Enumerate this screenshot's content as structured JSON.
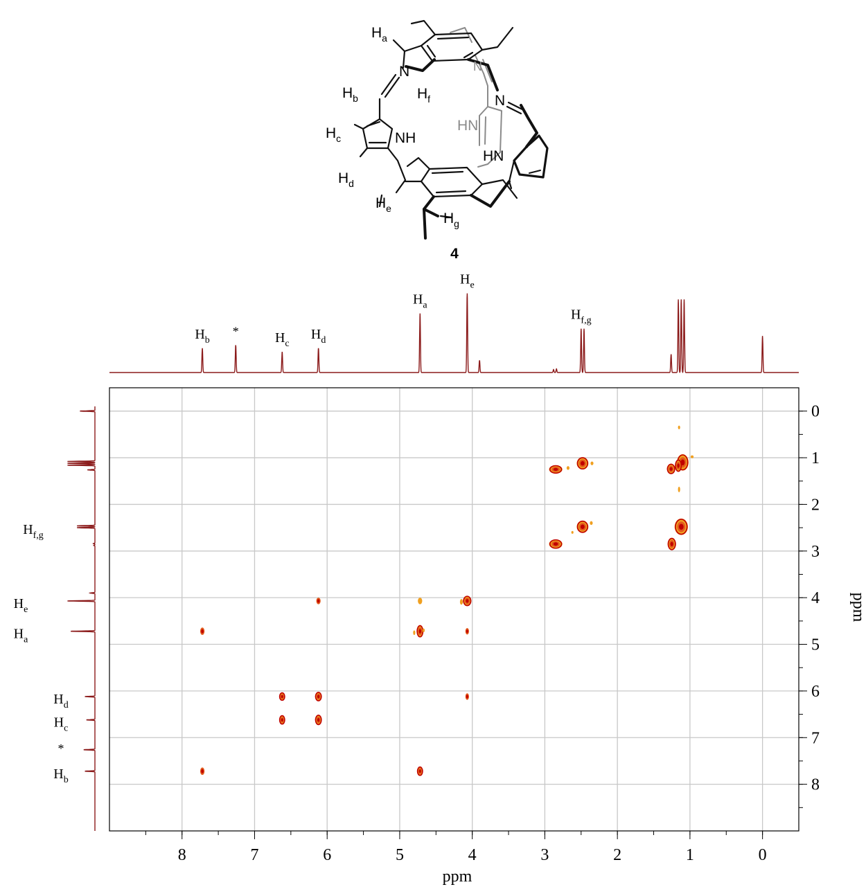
{
  "molecule": {
    "compound_number": "4",
    "label_Ha_main": "H",
    "label_Ha_sub": "a",
    "label_Hb_main": "H",
    "label_Hb_sub": "b",
    "label_Hc_main": "H",
    "label_Hc_sub": "c",
    "label_Hd_main": "H",
    "label_Hd_sub": "d",
    "label_He_main": "H",
    "label_He_sub": "e",
    "label_Hf_main": "H",
    "label_Hf_sub": "f",
    "label_Hg_main": "H",
    "label_Hg_sub": "g",
    "atom_N1": "N",
    "atom_N2": "N",
    "atom_N3": "N",
    "atom_NH1": "NH",
    "atom_HN2": "HN",
    "atom_HN3": "HN"
  },
  "colors": {
    "spectrum": "#8b1a1a",
    "grid": "#c8c8c8",
    "peak_dark": "#c00000",
    "peak_mid": "#e25a1c",
    "peak_light": "#f0a020",
    "molecule_gray": "#8a8a8a"
  },
  "chart_data": {
    "type": "heatmap",
    "title": "",
    "xlabel": "ppm",
    "ylabel": "ppm",
    "xlim": [
      9,
      -0.5
    ],
    "ylim": [
      -0.5,
      9
    ],
    "x_ticks": [
      "8",
      "7",
      "6",
      "5",
      "4",
      "3",
      "2",
      "1",
      "0"
    ],
    "y_ticks": [
      "0",
      "1",
      "2",
      "3",
      "4",
      "5",
      "6",
      "7",
      "8"
    ],
    "grid": true,
    "projection_top": {
      "peaks": [
        {
          "ppm": 7.72,
          "height": 0.4,
          "label_main": "H",
          "label_sub": "b"
        },
        {
          "ppm": 7.26,
          "height": 0.45,
          "label_main": "*",
          "label_sub": ""
        },
        {
          "ppm": 6.62,
          "height": 0.34,
          "label_main": "H",
          "label_sub": "c"
        },
        {
          "ppm": 6.12,
          "height": 0.4,
          "label_main": "H",
          "label_sub": "d"
        },
        {
          "ppm": 4.72,
          "height": 0.97,
          "label_main": "H",
          "label_sub": "a"
        },
        {
          "ppm": 4.07,
          "height": 1.3,
          "label_main": "H",
          "label_sub": "e"
        },
        {
          "ppm": 3.9,
          "height": 0.2,
          "label_main": "",
          "label_sub": ""
        },
        {
          "ppm": 2.88,
          "height": 0.05,
          "label_main": "",
          "label_sub": ""
        },
        {
          "ppm": 2.84,
          "height": 0.06,
          "label_main": "",
          "label_sub": ""
        },
        {
          "ppm": 2.5,
          "height": 0.72,
          "label_main": "H",
          "label_sub": "f,g"
        },
        {
          "ppm": 2.46,
          "height": 0.72,
          "label_main": "",
          "label_sub": ""
        },
        {
          "ppm": 1.26,
          "height": 0.3,
          "label_main": "",
          "label_sub": ""
        },
        {
          "ppm": 1.16,
          "height": 1.2,
          "label_main": "",
          "label_sub": ""
        },
        {
          "ppm": 1.12,
          "height": 1.2,
          "label_main": "",
          "label_sub": ""
        },
        {
          "ppm": 1.08,
          "height": 1.2,
          "label_main": "",
          "label_sub": ""
        },
        {
          "ppm": 0.0,
          "height": 0.6,
          "label_main": "",
          "label_sub": ""
        }
      ]
    },
    "projection_left": {
      "labels": [
        {
          "ppm": 2.48,
          "label_main": "H",
          "label_sub": "f,g"
        },
        {
          "ppm": 4.07,
          "label_main": "H",
          "label_sub": "e"
        },
        {
          "ppm": 4.72,
          "label_main": "H",
          "label_sub": "a"
        },
        {
          "ppm": 6.12,
          "label_main": "H",
          "label_sub": "d"
        },
        {
          "ppm": 6.62,
          "label_main": "H",
          "label_sub": "c"
        },
        {
          "ppm": 7.26,
          "label_main": "*",
          "label_sub": ""
        },
        {
          "ppm": 7.72,
          "label_main": "H",
          "label_sub": "b"
        }
      ]
    },
    "cross_peaks": [
      {
        "x": 2.48,
        "y": 1.12,
        "intensity": 3,
        "w": 0.07,
        "h": 0.12
      },
      {
        "x": 2.35,
        "y": 1.12,
        "intensity": 1,
        "w": 0.02,
        "h": 0.04
      },
      {
        "x": 2.85,
        "y": 1.25,
        "intensity": 3,
        "w": 0.08,
        "h": 0.08
      },
      {
        "x": 2.68,
        "y": 1.22,
        "intensity": 1,
        "w": 0.02,
        "h": 0.04
      },
      {
        "x": 1.1,
        "y": 1.1,
        "intensity": 3,
        "w": 0.07,
        "h": 0.16
      },
      {
        "x": 1.16,
        "y": 1.17,
        "intensity": 3,
        "w": 0.04,
        "h": 0.12
      },
      {
        "x": 1.26,
        "y": 1.24,
        "intensity": 3,
        "w": 0.05,
        "h": 0.1
      },
      {
        "x": 0.97,
        "y": 0.98,
        "intensity": 1,
        "w": 0.02,
        "h": 0.03
      },
      {
        "x": 1.15,
        "y": 0.35,
        "intensity": 1,
        "w": 0.015,
        "h": 0.04
      },
      {
        "x": 1.15,
        "y": 1.68,
        "intensity": 1,
        "w": 0.015,
        "h": 0.06
      },
      {
        "x": 2.48,
        "y": 2.48,
        "intensity": 3,
        "w": 0.07,
        "h": 0.12
      },
      {
        "x": 2.36,
        "y": 2.4,
        "intensity": 1,
        "w": 0.02,
        "h": 0.04
      },
      {
        "x": 2.85,
        "y": 2.85,
        "intensity": 3,
        "w": 0.08,
        "h": 0.09
      },
      {
        "x": 2.62,
        "y": 2.6,
        "intensity": 1,
        "w": 0.015,
        "h": 0.03
      },
      {
        "x": 1.12,
        "y": 2.48,
        "intensity": 3,
        "w": 0.08,
        "h": 0.16
      },
      {
        "x": 1.25,
        "y": 2.85,
        "intensity": 3,
        "w": 0.05,
        "h": 0.12
      },
      {
        "x": 6.12,
        "y": 4.07,
        "intensity": 2,
        "w": 0.03,
        "h": 0.07
      },
      {
        "x": 4.72,
        "y": 4.07,
        "intensity": 1,
        "w": 0.03,
        "h": 0.07
      },
      {
        "x": 4.07,
        "y": 4.07,
        "intensity": 3,
        "w": 0.05,
        "h": 0.1
      },
      {
        "x": 4.15,
        "y": 4.09,
        "intensity": 1,
        "w": 0.02,
        "h": 0.06
      },
      {
        "x": 7.72,
        "y": 4.72,
        "intensity": 2,
        "w": 0.03,
        "h": 0.08
      },
      {
        "x": 4.72,
        "y": 4.72,
        "intensity": 3,
        "w": 0.04,
        "h": 0.12
      },
      {
        "x": 4.8,
        "y": 4.75,
        "intensity": 1,
        "w": 0.015,
        "h": 0.05
      },
      {
        "x": 4.67,
        "y": 4.7,
        "intensity": 1,
        "w": 0.015,
        "h": 0.04
      },
      {
        "x": 4.07,
        "y": 4.72,
        "intensity": 2,
        "w": 0.025,
        "h": 0.07
      },
      {
        "x": 6.62,
        "y": 6.12,
        "intensity": 3,
        "w": 0.035,
        "h": 0.08
      },
      {
        "x": 6.12,
        "y": 6.12,
        "intensity": 3,
        "w": 0.04,
        "h": 0.09
      },
      {
        "x": 4.07,
        "y": 6.12,
        "intensity": 2,
        "w": 0.025,
        "h": 0.07
      },
      {
        "x": 6.62,
        "y": 6.62,
        "intensity": 3,
        "w": 0.035,
        "h": 0.09
      },
      {
        "x": 6.12,
        "y": 6.62,
        "intensity": 3,
        "w": 0.04,
        "h": 0.1
      },
      {
        "x": 7.72,
        "y": 7.72,
        "intensity": 2,
        "w": 0.03,
        "h": 0.08
      },
      {
        "x": 4.72,
        "y": 7.72,
        "intensity": 3,
        "w": 0.035,
        "h": 0.09
      }
    ]
  }
}
